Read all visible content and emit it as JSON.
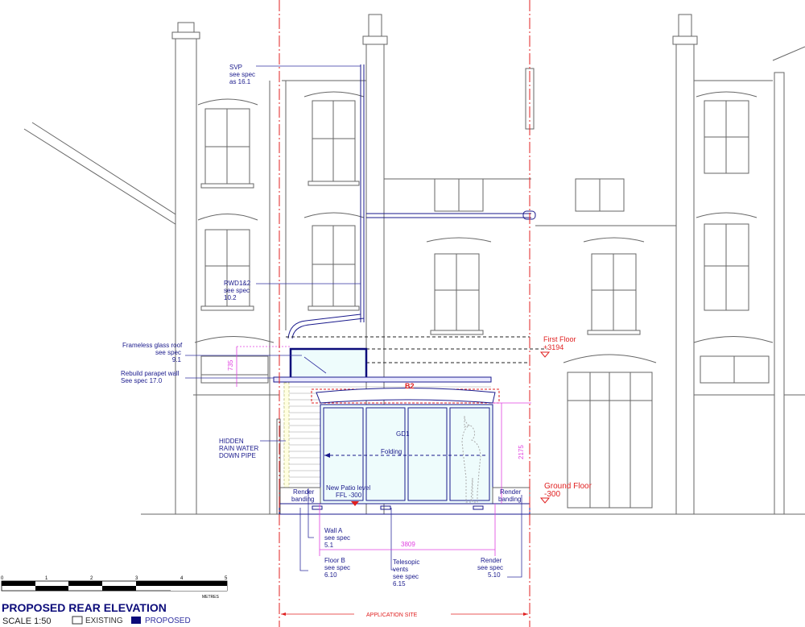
{
  "title": "PROPOSED REAR  ELEVATION",
  "scale": "SCALE 1:50",
  "legend": [
    {
      "label": "EXISTING",
      "color": "#ffffff"
    },
    {
      "label": "PROPOSED",
      "color": "#0c0c7a"
    }
  ],
  "scale_bar": {
    "ticks": [
      "0",
      "1",
      "2",
      "3",
      "4",
      "5"
    ],
    "unit": "METRES"
  },
  "annotations": {
    "svp": [
      "SVP",
      "see spec",
      "as 16.1"
    ],
    "rwd": [
      "RWD1&2",
      "see spec",
      "10.2"
    ],
    "glass_roof": [
      "Frameless glass roof",
      "see spec",
      "9.1"
    ],
    "parapet": [
      "Rebuild parapet wall",
      "See spec 17.0"
    ],
    "hidden_pipe": [
      "HIDDEN",
      "RAIN WATER",
      "DOWN PIPE"
    ],
    "render_left": [
      "Render",
      "banding"
    ],
    "render_right": [
      "Render",
      "banding"
    ],
    "patio": [
      "New Patio  level",
      "FFL -300"
    ],
    "wall_a": [
      "Wall A",
      "see spec",
      "5.1"
    ],
    "floor_b": [
      "Floor B",
      "see spec",
      "6.10"
    ],
    "vents": [
      "Telesopic",
      "vents",
      "see spec",
      "6.15"
    ],
    "render_spec": [
      "Render",
      "see spec",
      "5.10"
    ],
    "folding": "Folding",
    "door_tag": "GD1",
    "beam_tag": "B2"
  },
  "levels": {
    "first_floor": [
      "First Floor",
      "+3194"
    ],
    "ground_floor": [
      "Ground Floor",
      "-300"
    ]
  },
  "dimensions": {
    "width": "3809",
    "height": "2175",
    "parapet": "735"
  },
  "site_label": "APPLICATION     SITE",
  "colors": {
    "proposed": "#1a1a8c",
    "site": "#e02020",
    "dimension": "#e040e0"
  }
}
